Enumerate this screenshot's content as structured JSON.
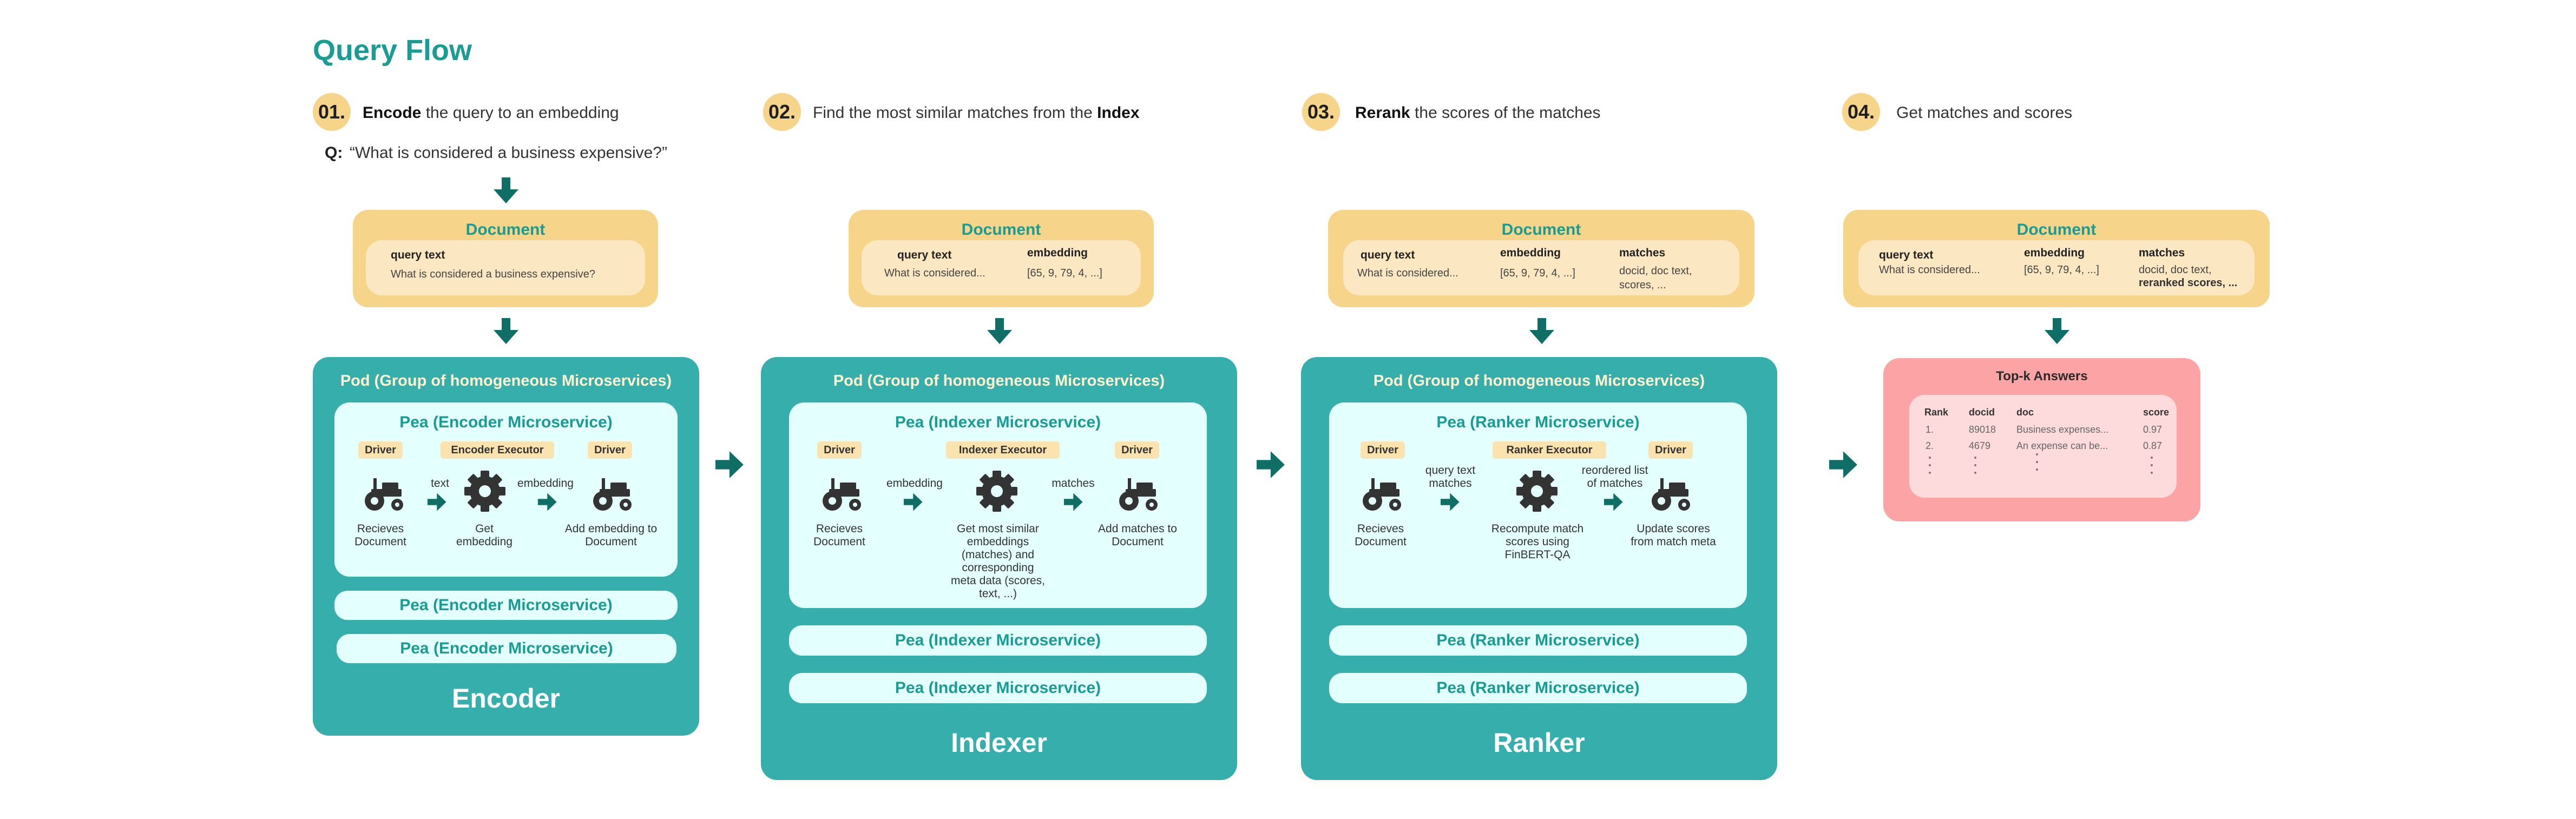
{
  "title": "Query Flow",
  "steps": [
    {
      "num": "01.",
      "bold": "Encode",
      "rest": " the query to an embedding"
    },
    {
      "num": "02.",
      "pre": "Find the most similar matches from the ",
      "bold": "Index"
    },
    {
      "num": "03.",
      "bold": "Rerank",
      "rest": " the scores of the matches"
    },
    {
      "num": "04.",
      "pre": "Get matches and scores"
    }
  ],
  "query": {
    "label": "Q:",
    "text": "“What is considered a business expensive?”"
  },
  "documents": {
    "title": "Document",
    "d1": {
      "h1": "query text",
      "v1": "What is considered a business expensive?"
    },
    "d2": {
      "h1": "query text",
      "v1": "What is considered...",
      "h2": "embedding",
      "v2": "[65, 9, 79, 4, ...]"
    },
    "d3": {
      "h1": "query text",
      "v1": "What is considered...",
      "h2": "embedding",
      "v2": "[65, 9, 79, 4, ...]",
      "h3": "matches",
      "v3a": "docid, doc text,",
      "v3b": "scores, ..."
    },
    "d4": {
      "h1": "query text",
      "v1": "What is considered...",
      "h2": "embedding",
      "v2": "[65, 9, 79, 4, ...]",
      "h3": "matches",
      "v3a": "docid, doc text,",
      "v3b": "reranked scores, ..."
    }
  },
  "pod_title": "Pod (Group of homogeneous Microservices)",
  "driver": "Driver",
  "encoder": {
    "pea": "Pea (Encoder Microservice)",
    "executor": "Encoder Executor",
    "a1": "text",
    "a2": "embedding",
    "c1": "Recieves Document",
    "c2": "Get embedding",
    "c3": "Add embedding to Document",
    "name": "Encoder"
  },
  "indexer": {
    "pea": "Pea (Indexer Microservice)",
    "executor": "Indexer Executor",
    "a1": "embedding",
    "a2": "matches",
    "c1": "Recieves Document",
    "c2": "Get most similar embeddings (matches) and corresponding meta data (scores, text, ...)",
    "c3": "Add matches to Document",
    "name": "Indexer"
  },
  "ranker": {
    "pea": "Pea (Ranker Microservice)",
    "executor": "Ranker Executor",
    "a1": "query text matches",
    "a2": "reordered list of matches",
    "c1": "Recieves Document",
    "c2": "Recompute match scores using FinBERT-QA",
    "c3": "Update scores from match meta",
    "name": "Ranker"
  },
  "topk": {
    "title": "Top-k Answers",
    "headers": [
      "Rank",
      "docid",
      "doc",
      "score"
    ],
    "rows": [
      [
        "1.",
        "89018",
        "Business expenses...",
        "0.97"
      ],
      [
        "2.",
        "4679",
        "An expense can be...",
        "0.87"
      ]
    ]
  },
  "colors": {
    "teal": "#36aeac",
    "teal_text": "#1a9b94",
    "arrow": "#0f6f66",
    "yellow": "#f6d58b",
    "pea_bg": "#e3fffe",
    "topk_bg": "#fba3a5"
  }
}
